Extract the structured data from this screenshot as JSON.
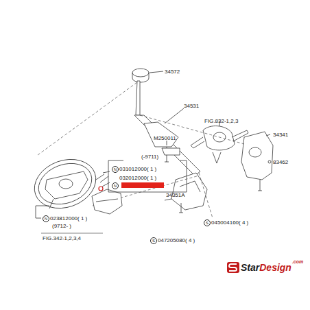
{
  "diagram": {
    "labels": [
      "34572",
      "34531",
      "M250011",
      "FIG.832-1,2,3",
      "34341",
      "83462",
      "(-9711)",
      "N",
      "031012000( 1 )",
      "032012000( 1 )",
      "N",
      "N",
      "023812000( 1 )",
      "(9712- )",
      "FIG.342-1,2,3,4",
      "34351A",
      "S",
      "045004160( 4 )",
      "S",
      "047205080( 4 )",
      "Star",
      "Design",
      ".com"
    ]
  }
}
